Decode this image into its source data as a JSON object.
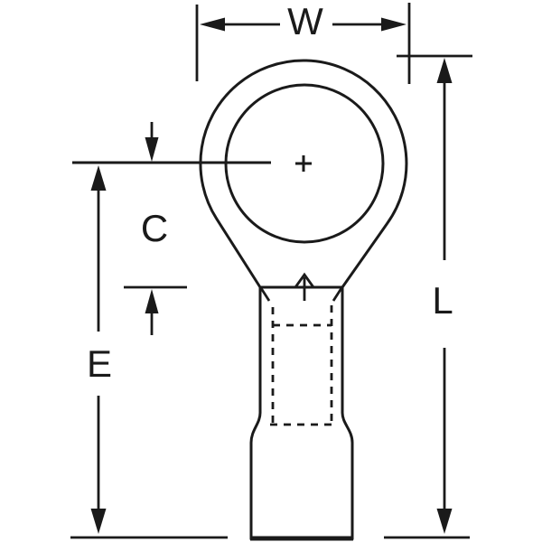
{
  "diagram": {
    "labels": {
      "w": "W",
      "c": "C",
      "e": "E",
      "l": "L"
    },
    "center_mark": "+",
    "colors": {
      "line": "#1a1a1a",
      "insulation_fill": "#d6e7f4",
      "background": "#ffffff"
    }
  }
}
